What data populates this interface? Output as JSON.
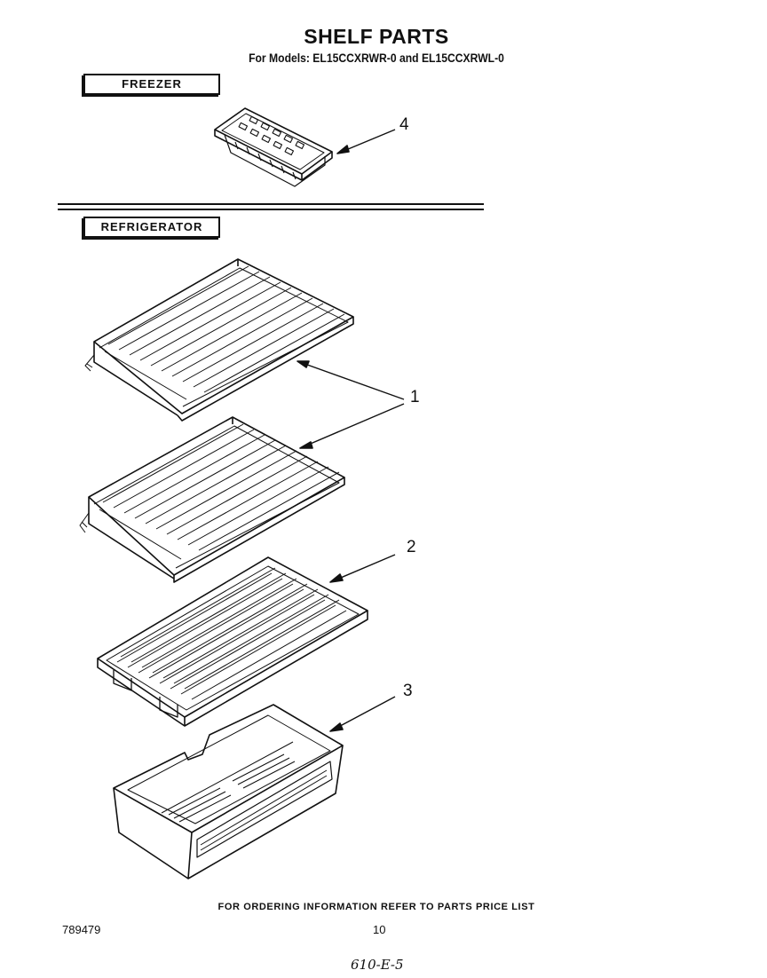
{
  "header": {
    "title": "SHELF PARTS",
    "subtitle": "For Models: EL15CCXRWR-0 and EL15CCXRWL-0"
  },
  "sections": {
    "freezer": "FREEZER",
    "refrigerator": "REFRIGERATOR"
  },
  "callouts": {
    "ice_tray": "4",
    "wire_shelf": "1",
    "glass_shelf": "2",
    "crisper": "3"
  },
  "footer": {
    "ordering_note": "FOR ORDERING INFORMATION REFER TO PARTS PRICE LIST",
    "document_number": "789479",
    "page_number": "10",
    "handwritten_note": "610-E-5"
  }
}
